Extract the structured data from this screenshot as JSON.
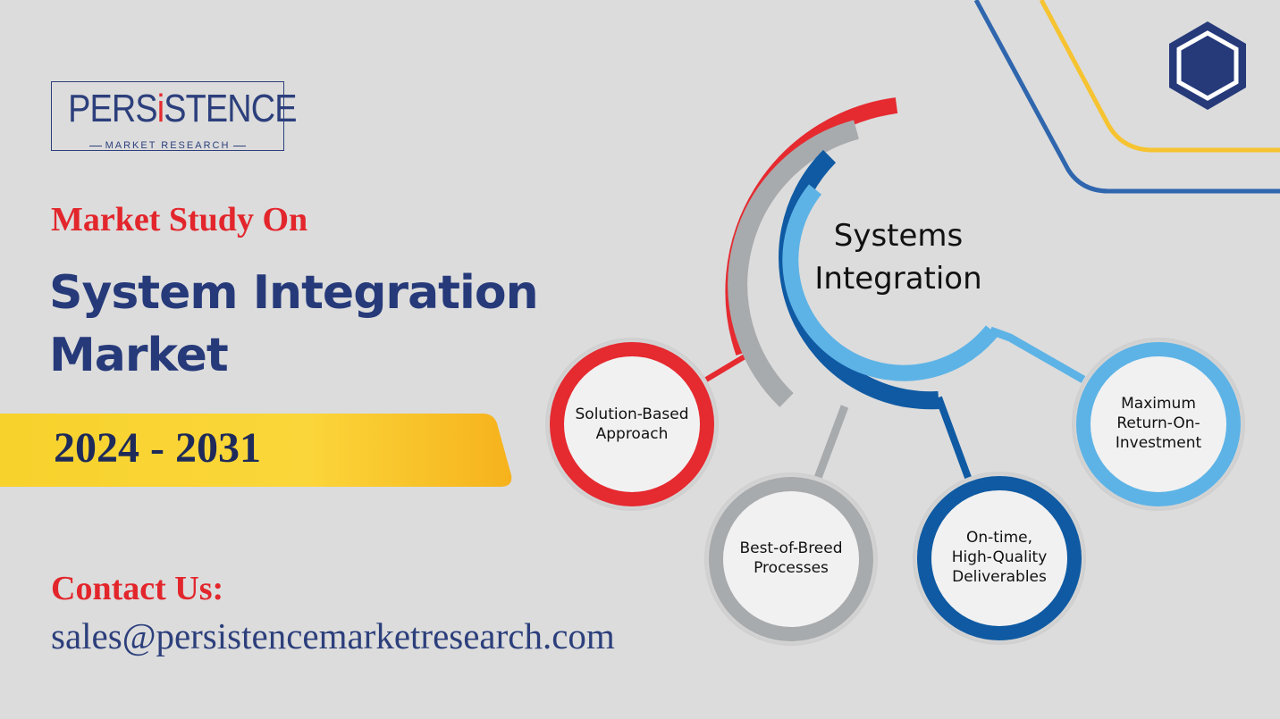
{
  "brand": {
    "logo_prefix": "PERS",
    "logo_accent": "i",
    "logo_suffix": "STENCE",
    "logo_subtitle": "MARKET RESEARCH"
  },
  "heading": {
    "kicker": "Market Study On",
    "title_line1": "System Integration",
    "title_line2": "Market"
  },
  "period": "2024 - 2031",
  "contact": {
    "label": "Contact Us:",
    "email": "sales@persistencemarketresearch.com"
  },
  "diagram": {
    "center_line1": "Systems",
    "center_line2": "Integration",
    "nodes": [
      {
        "line1": "Solution-Based",
        "line2": "Approach",
        "line3": ""
      },
      {
        "line1": "Best-of-Breed",
        "line2": "Processes",
        "line3": ""
      },
      {
        "line1": "On-time,",
        "line2": "High-Quality",
        "line3": "Deliverables"
      },
      {
        "line1": "Maximum",
        "line2": "Return-On-",
        "line3": "Investment"
      }
    ]
  },
  "colors": {
    "navy": "#263a7a",
    "red": "#e52a30",
    "gray": "#a8abad",
    "blue_dark": "#0f5aa3",
    "blue_light": "#5db3e6",
    "yellow": "#f6c331",
    "line_blue": "#2f66ad",
    "background": "#dcdcdc"
  },
  "icons": [
    "hexagon-icon"
  ]
}
